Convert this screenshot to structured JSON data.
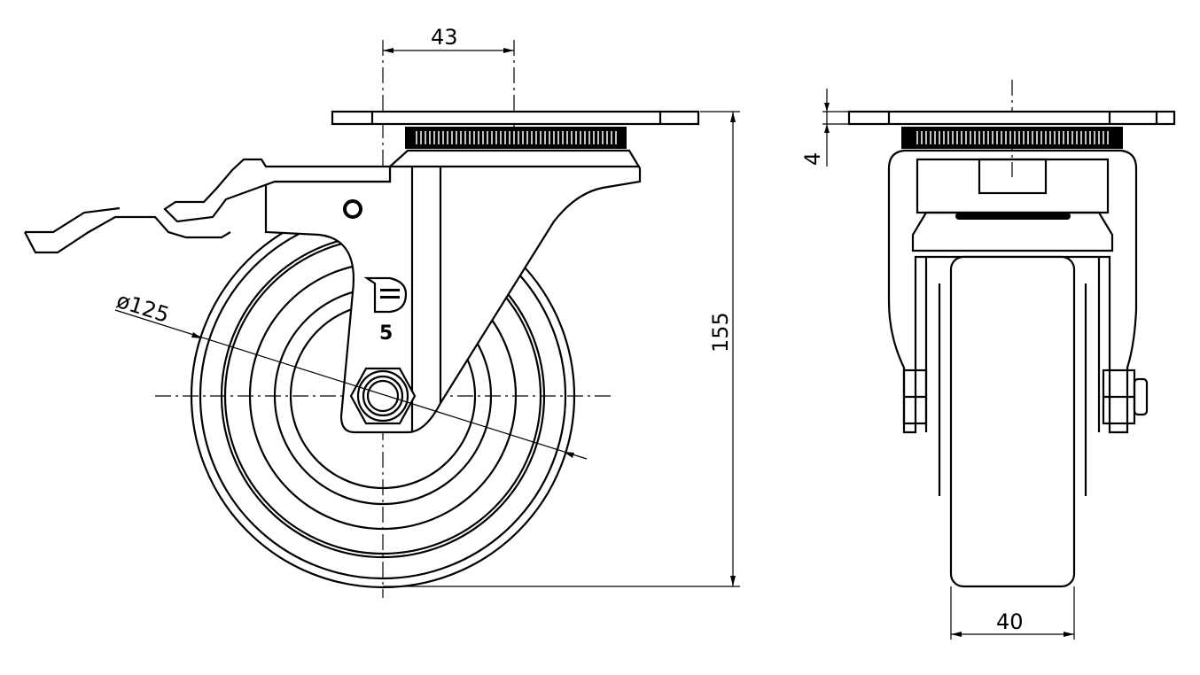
{
  "drawing": {
    "front_view": {
      "dim_offset": "43",
      "dim_height": "155",
      "dim_diameter": "ø125",
      "logo_number": "5"
    },
    "side_view": {
      "dim_plate_thickness": "4",
      "dim_wheel_width": "40"
    },
    "line_color": "#000000",
    "background_color": "#ffffff"
  }
}
